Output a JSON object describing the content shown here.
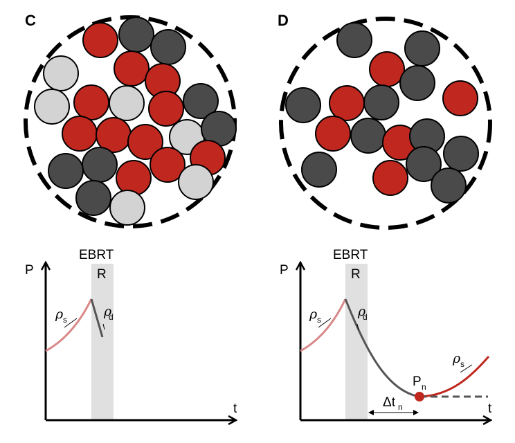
{
  "colors": {
    "red": "#c0281f",
    "dark": "#4a4a4a",
    "light": "#d3d3d3",
    "sensitive_curve": "#d98888",
    "decay_curve": "#555555",
    "regrowth_curve": "#c0281f",
    "ebrt_band": "#e0e0e0"
  },
  "panel_c": {
    "label": "C",
    "circles": [
      {
        "c": "red"
      },
      {
        "c": "dark"
      },
      {
        "c": "dark"
      },
      {
        "c": "light"
      },
      {
        "c": "red"
      },
      {
        "c": "red"
      },
      {
        "c": "light"
      },
      {
        "c": "red"
      },
      {
        "c": "light"
      },
      {
        "c": "dark"
      },
      {
        "c": "red"
      },
      {
        "c": "red"
      },
      {
        "c": "red"
      },
      {
        "c": "red"
      },
      {
        "c": "light"
      },
      {
        "c": "dark"
      },
      {
        "c": "red"
      },
      {
        "c": "dark"
      },
      {
        "c": "dark"
      },
      {
        "c": "red"
      },
      {
        "c": "red"
      },
      {
        "c": "light"
      },
      {
        "c": "dark"
      },
      {
        "c": "light"
      }
    ]
  },
  "panel_d": {
    "label": "D",
    "circles": [
      {
        "c": "dark"
      },
      {
        "c": "dark"
      },
      {
        "c": "red"
      },
      {
        "c": "dark"
      },
      {
        "c": "dark"
      },
      {
        "c": "red"
      },
      {
        "c": "dark"
      },
      {
        "c": "red"
      },
      {
        "c": "red"
      },
      {
        "c": "dark"
      },
      {
        "c": "red"
      },
      {
        "c": "dark"
      },
      {
        "c": "dark"
      },
      {
        "c": "dark"
      },
      {
        "c": "red"
      },
      {
        "c": "dark"
      },
      {
        "c": "dark"
      }
    ]
  },
  "graph_left": {
    "y_axis": "P",
    "x_axis": "t",
    "band_title": "EBRT",
    "band_label": "R",
    "rho_s": {
      "sym": "ρ",
      "sub": "s"
    },
    "rho_d": {
      "sym": "ρ",
      "sub": "d"
    }
  },
  "graph_right": {
    "y_axis": "P",
    "x_axis": "t",
    "band_title": "EBRT",
    "band_label": "R",
    "rho_s": {
      "sym": "ρ",
      "sub": "s"
    },
    "rho_d": {
      "sym": "ρ",
      "sub": "d"
    },
    "rho_s_regrowth": {
      "sym": "ρ",
      "sub": "s"
    },
    "pn": {
      "sym": "P",
      "sub": "n"
    },
    "delta_t": {
      "sym": "Δt",
      "sub": "n"
    }
  }
}
